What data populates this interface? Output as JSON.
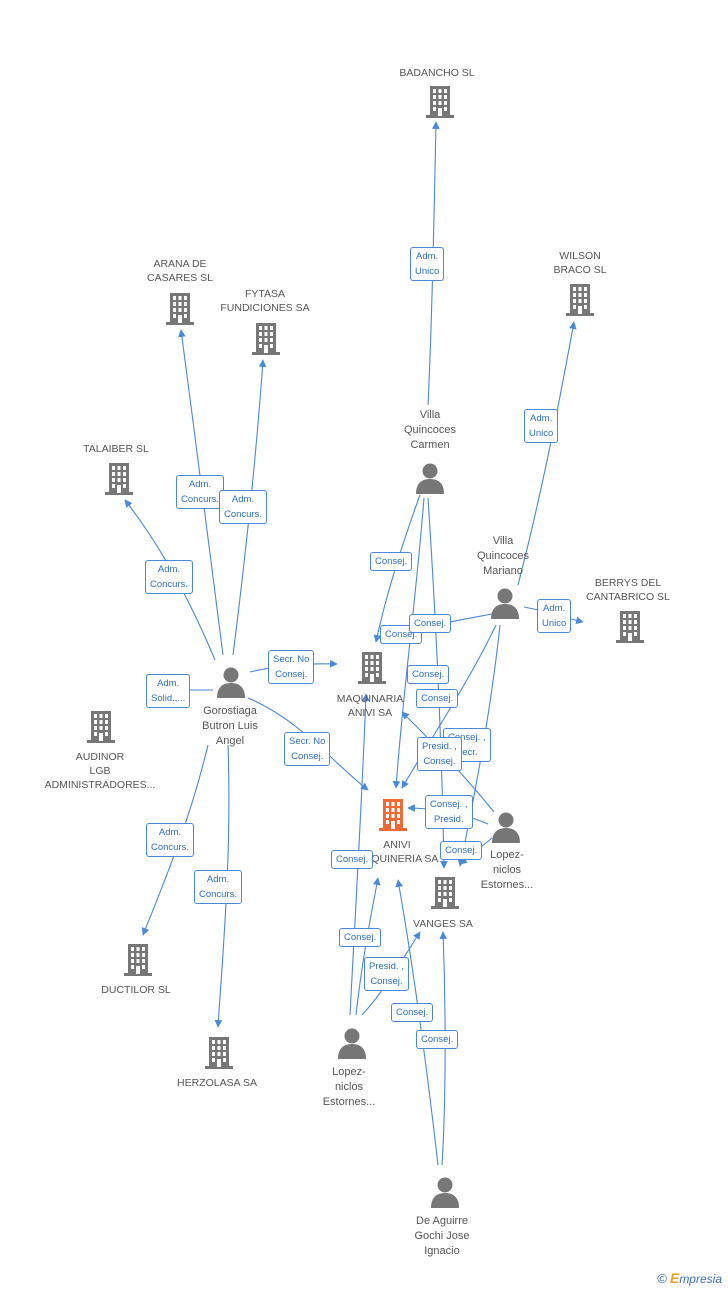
{
  "colors": {
    "edge": "#4a88d8",
    "icon": "#777777",
    "focus_icon": "#f06a35",
    "label_text": "#555555"
  },
  "nodes": [
    {
      "id": "badancho",
      "kind": "company",
      "label": "BADANCHO SL",
      "icon": "building-icon"
    },
    {
      "id": "wilson",
      "kind": "company",
      "label": "WILSON\nBRACO SL",
      "icon": "building-icon"
    },
    {
      "id": "arana",
      "kind": "company",
      "label": "ARANA DE\nCASARES SL",
      "icon": "building-icon"
    },
    {
      "id": "fytasa",
      "kind": "company",
      "label": "FYTASA\nFUNDICIONES SA",
      "icon": "building-icon"
    },
    {
      "id": "talaiber",
      "kind": "company",
      "label": "TALAIBER SL",
      "icon": "building-icon"
    },
    {
      "id": "villa_carmen",
      "kind": "person",
      "label": "Villa\nQuincoces\nCarmen",
      "icon": "person-icon"
    },
    {
      "id": "villa_mariano",
      "kind": "person",
      "label": "Villa\nQuincoces\nMariano",
      "icon": "person-icon"
    },
    {
      "id": "berrys",
      "kind": "company",
      "label": "BERRYS DEL\nCANTABRICO SL",
      "icon": "building-icon"
    },
    {
      "id": "gorostiaga",
      "kind": "person",
      "label": "Gorostiaga\nButron Luis\nAngel",
      "icon": "person-icon"
    },
    {
      "id": "maquinaria",
      "kind": "company",
      "label": "MAQUINARIA\nANIVI SA",
      "icon": "building-icon"
    },
    {
      "id": "audinor",
      "kind": "company",
      "label": "AUDINOR\nLGB\nADMINISTRADORES...",
      "icon": "building-icon"
    },
    {
      "id": "anivi",
      "kind": "focus",
      "label": "ANIVI\nMAQUINERIA SA",
      "icon": "building-icon"
    },
    {
      "id": "lopez_right",
      "kind": "person",
      "label": "Lopez-\nniclos\nEstornes...",
      "icon": "person-icon"
    },
    {
      "id": "vanges",
      "kind": "company",
      "label": "VANGES SA",
      "icon": "building-icon"
    },
    {
      "id": "ductilor",
      "kind": "company",
      "label": "DUCTILOR SL",
      "icon": "building-icon"
    },
    {
      "id": "herzolasa",
      "kind": "company",
      "label": "HERZOLASA SA",
      "icon": "building-icon"
    },
    {
      "id": "lopez_left",
      "kind": "person",
      "label": "Lopez-\nniclos\nEstornes...",
      "icon": "person-icon"
    },
    {
      "id": "deaguirre",
      "kind": "person",
      "label": "De Aguirre\nGochi Jose\nIgnacio",
      "icon": "person-icon"
    }
  ],
  "edges": [
    {
      "id": "e1",
      "from": "villa_carmen",
      "to": "badancho",
      "label": "Adm.\nUnico"
    },
    {
      "id": "e2",
      "from": "villa_mariano",
      "to": "wilson",
      "label": "Adm.\nUnico"
    },
    {
      "id": "e3",
      "from": "gorostiaga",
      "to": "arana",
      "label": "Adm.\nConcurs."
    },
    {
      "id": "e4",
      "from": "gorostiaga",
      "to": "fytasa",
      "label": "Adm.\nConcurs."
    },
    {
      "id": "e5",
      "from": "gorostiaga",
      "to": "talaiber",
      "label": "Adm.\nConcurs."
    },
    {
      "id": "e6",
      "from": "gorostiaga",
      "to": "audinor",
      "label": "Adm.\nSolid.,..."
    },
    {
      "id": "e7",
      "from": "gorostiaga",
      "to": "maquinaria",
      "label": "Secr.  No\nConsej."
    },
    {
      "id": "e8",
      "from": "gorostiaga",
      "to": "anivi",
      "label": "Secr.  No\nConsej."
    },
    {
      "id": "e9",
      "from": "gorostiaga",
      "to": "ductilor",
      "label": "Adm.\nConcurs."
    },
    {
      "id": "e10",
      "from": "gorostiaga",
      "to": "herzolasa",
      "label": "Adm.\nConcurs."
    },
    {
      "id": "e11",
      "from": "villa_mariano",
      "to": "berrys",
      "label": "Adm.\nUnico"
    },
    {
      "id": "e12",
      "from": "villa_carmen",
      "to": "maquinaria",
      "label": "Consej."
    },
    {
      "id": "e13",
      "from": "villa_mariano",
      "to": "maquinaria",
      "label": "Consej."
    },
    {
      "id": "e14",
      "from": "villa_carmen",
      "to": "anivi",
      "label": "Consej."
    },
    {
      "id": "e15",
      "from": "villa_carmen",
      "to": "vanges",
      "label": "Consej."
    },
    {
      "id": "e16",
      "from": "villa_mariano",
      "to": "anivi",
      "label": "Consej."
    },
    {
      "id": "e17",
      "from": "villa_mariano",
      "to": "vanges",
      "label": "Consej. ,\nSecr."
    },
    {
      "id": "e18",
      "from": "lopez_right",
      "to": "maquinaria",
      "label": "Presid. ,\nConsej."
    },
    {
      "id": "e19",
      "from": "lopez_right",
      "to": "anivi",
      "label": "Consej. ,\nPresid."
    },
    {
      "id": "e20",
      "from": "lopez_right",
      "to": "vanges",
      "label": "Consej."
    },
    {
      "id": "e21",
      "from": "lopez_left",
      "to": "maquinaria",
      "label": "Consej."
    },
    {
      "id": "e22",
      "from": "lopez_left",
      "to": "anivi",
      "label": "Consej."
    },
    {
      "id": "e23",
      "from": "lopez_left",
      "to": "vanges",
      "label": "Presid. ,\nConsej."
    },
    {
      "id": "e24",
      "from": "deaguirre",
      "to": "anivi",
      "label": "Consej."
    },
    {
      "id": "e25",
      "from": "deaguirre",
      "to": "vanges",
      "label": "Consej."
    }
  ],
  "watermark": {
    "symbol": "©",
    "brand_first": "E",
    "brand_rest": "mpresia"
  }
}
